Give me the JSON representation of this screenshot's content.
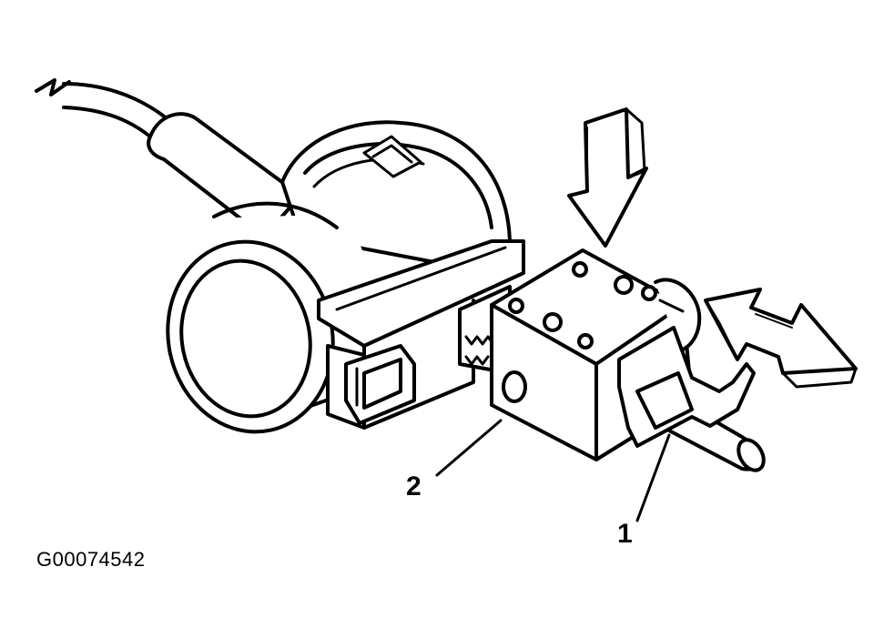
{
  "figure": {
    "id_text": "G00074542",
    "callouts": [
      {
        "label": "2",
        "refers_to": "mounting-block"
      },
      {
        "label": "1",
        "refers_to": "shaft-clip"
      }
    ]
  },
  "colors": {
    "line": "#000000",
    "fill": "#ffffff"
  }
}
